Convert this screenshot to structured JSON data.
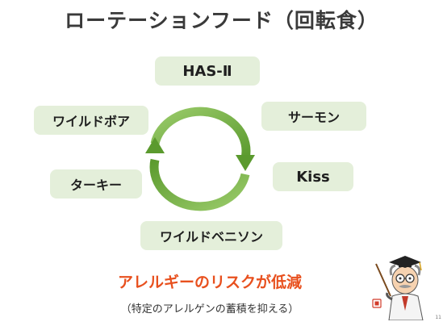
{
  "title": "ローテーションフード（回転食）",
  "foods": [
    "HAS-Ⅱ",
    "サーモン",
    "Kiss",
    "ワイルドベニソン",
    "ターキー",
    "ワイルドボア"
  ],
  "benefit": "アレルギーのリスクが低減",
  "note": "（特定のアレルゲンの蓄積を抑える）",
  "colors": {
    "pill_bg": "#e4efda",
    "arrow_green": "#6aa83a",
    "benefit_orange": "#e8501e"
  },
  "icons": {
    "cycle": "circular-arrows-icon",
    "mascot": "professor-mascot-icon"
  }
}
